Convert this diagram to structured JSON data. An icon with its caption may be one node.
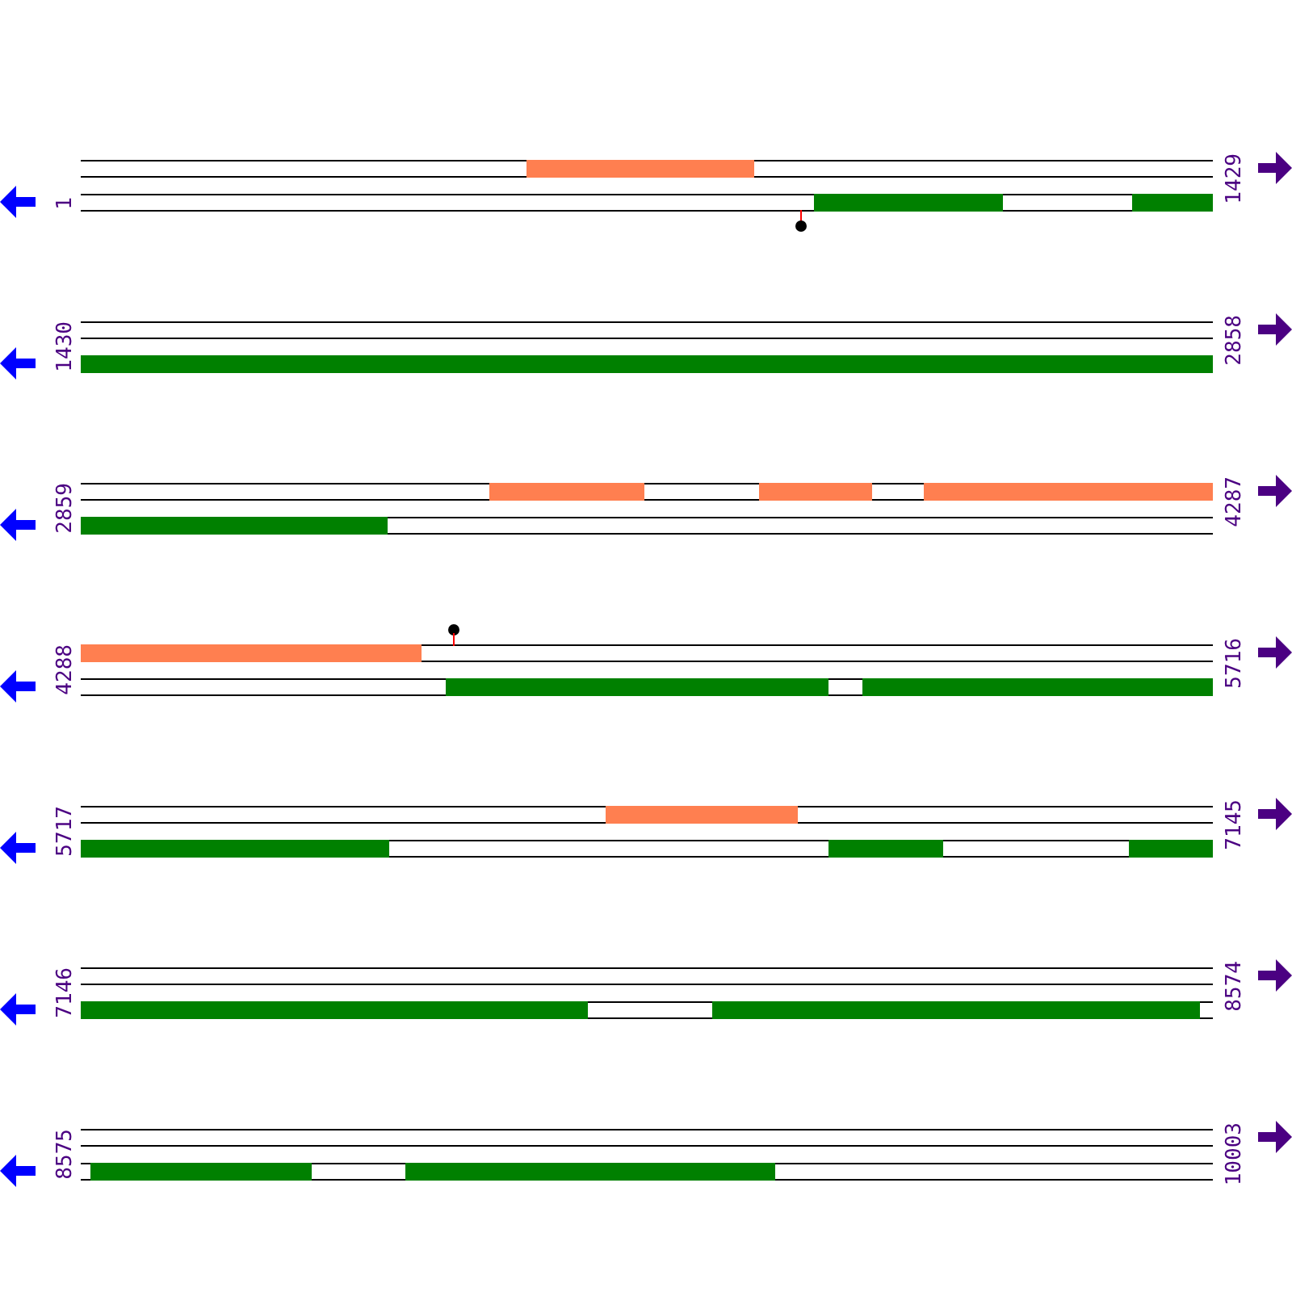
{
  "diagram": {
    "labels": [
      "1",
      "1429",
      "1430",
      "2858",
      "2859",
      "4287",
      "4288",
      "5716",
      "5717",
      "7145",
      "7146",
      "8574",
      "8575",
      "10003"
    ]
  }
}
